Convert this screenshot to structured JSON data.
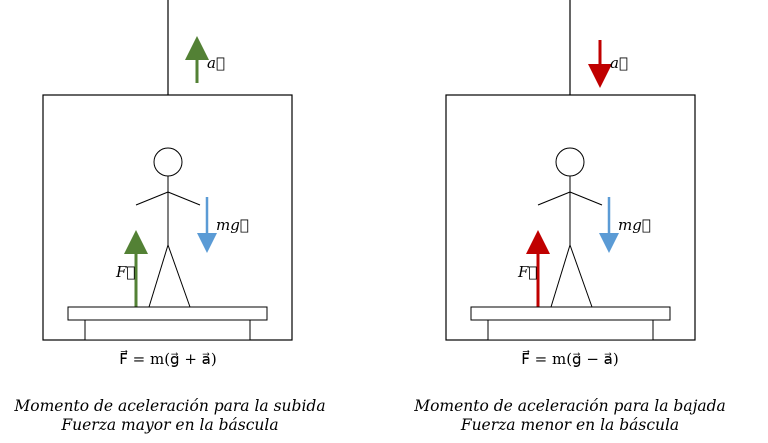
{
  "colors": {
    "up_green": "#538135",
    "down_red": "#c00000",
    "weight_blue": "#5b9bd5",
    "line": "#000000"
  },
  "left": {
    "acceleration_label": "a⃗",
    "weight_label": "mg⃗",
    "force_label": "F⃗",
    "equation": "F⃗ = m(g⃗ + a⃗)",
    "caption_line1": "Momento de aceleración para la subida",
    "caption_line2": "Fuerza mayor en la báscula"
  },
  "right": {
    "acceleration_label": "a⃗",
    "weight_label": "mg⃗",
    "force_label": "F⃗",
    "equation": "F⃗ = m(g⃗ − a⃗)",
    "caption_line1": "Momento de aceleración para la bajada",
    "caption_line2": "Fuerza menor en la báscula"
  }
}
